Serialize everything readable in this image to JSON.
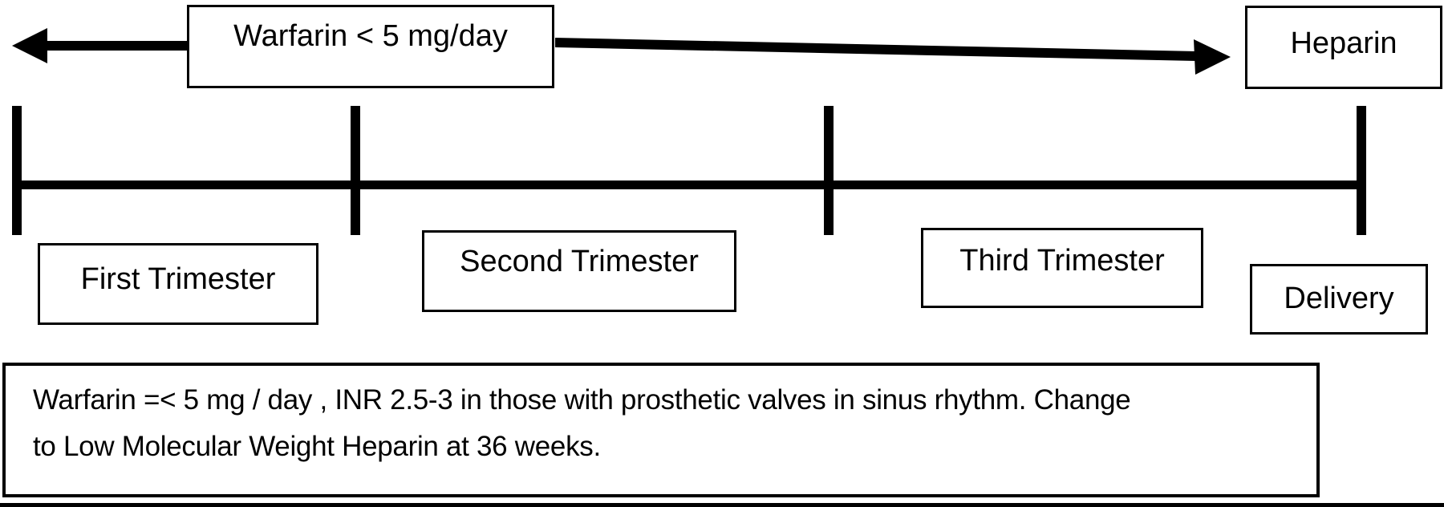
{
  "meta": {
    "background_color": "#ffffff",
    "ink_color": "#000000",
    "figure_type": "pregnancy-anticoagulation-timeline"
  },
  "top_row": {
    "warfarin_label": "Warfarin < 5 mg/day",
    "heparin_label": "Heparin"
  },
  "timeline": {
    "first_trimester_label": "First Trimester",
    "second_trimester_label": "Second Trimester",
    "third_trimester_label": "Third Trimester",
    "delivery_label": "Delivery"
  },
  "note": {
    "line1": "Warfarin =< 5 mg / day , INR 2.5-3 in those with prosthetic valves in sinus rhythm. Change",
    "line2": "to Low Molecular Weight Heparin at 36 weeks."
  }
}
